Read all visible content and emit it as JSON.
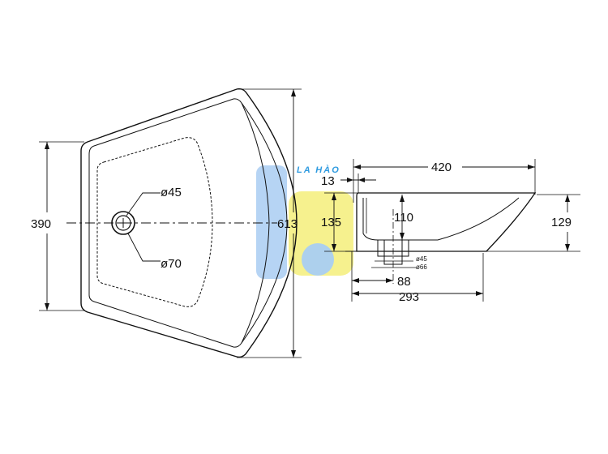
{
  "watermark": {
    "text": "LA HÀO",
    "colors": {
      "blue": "#a9cdf2",
      "yellow": "#f4ee7a",
      "text": "#2f9be0"
    }
  },
  "top_view": {
    "dim_height": "390",
    "dim_length": "613",
    "drain_inner": "ø45",
    "drain_outer": "ø70"
  },
  "side_view": {
    "dim_top_length": "420",
    "dim_lip": "13",
    "dim_inner_depth": "135",
    "dim_drain_height": "110",
    "dim_total_height": "129",
    "drain_small_1": "ø45",
    "drain_small_2": "ø66",
    "dim_drain_offset": "88",
    "dim_base_length": "293"
  },
  "colors": {
    "line": "#111111"
  }
}
